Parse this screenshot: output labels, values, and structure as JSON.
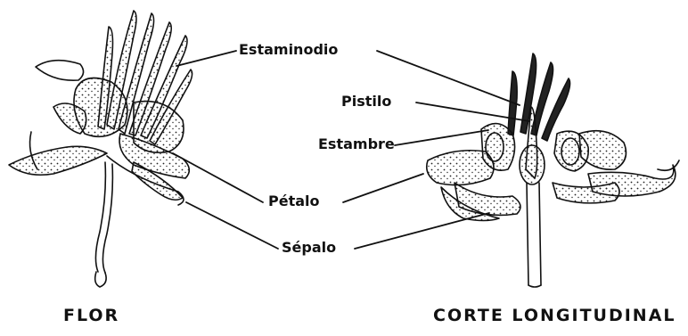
{
  "labels": {
    "estaminodio": "Estaminodio",
    "pistilo": "Pistilo",
    "estambre": "Estambre",
    "petalo": "Pétalo",
    "sepalo": "Sépalo"
  },
  "captions": {
    "left": "FLOR",
    "right": "CORTE LONGITUDINAL"
  },
  "colors": {
    "ink": "#111111",
    "background": "#ffffff"
  }
}
